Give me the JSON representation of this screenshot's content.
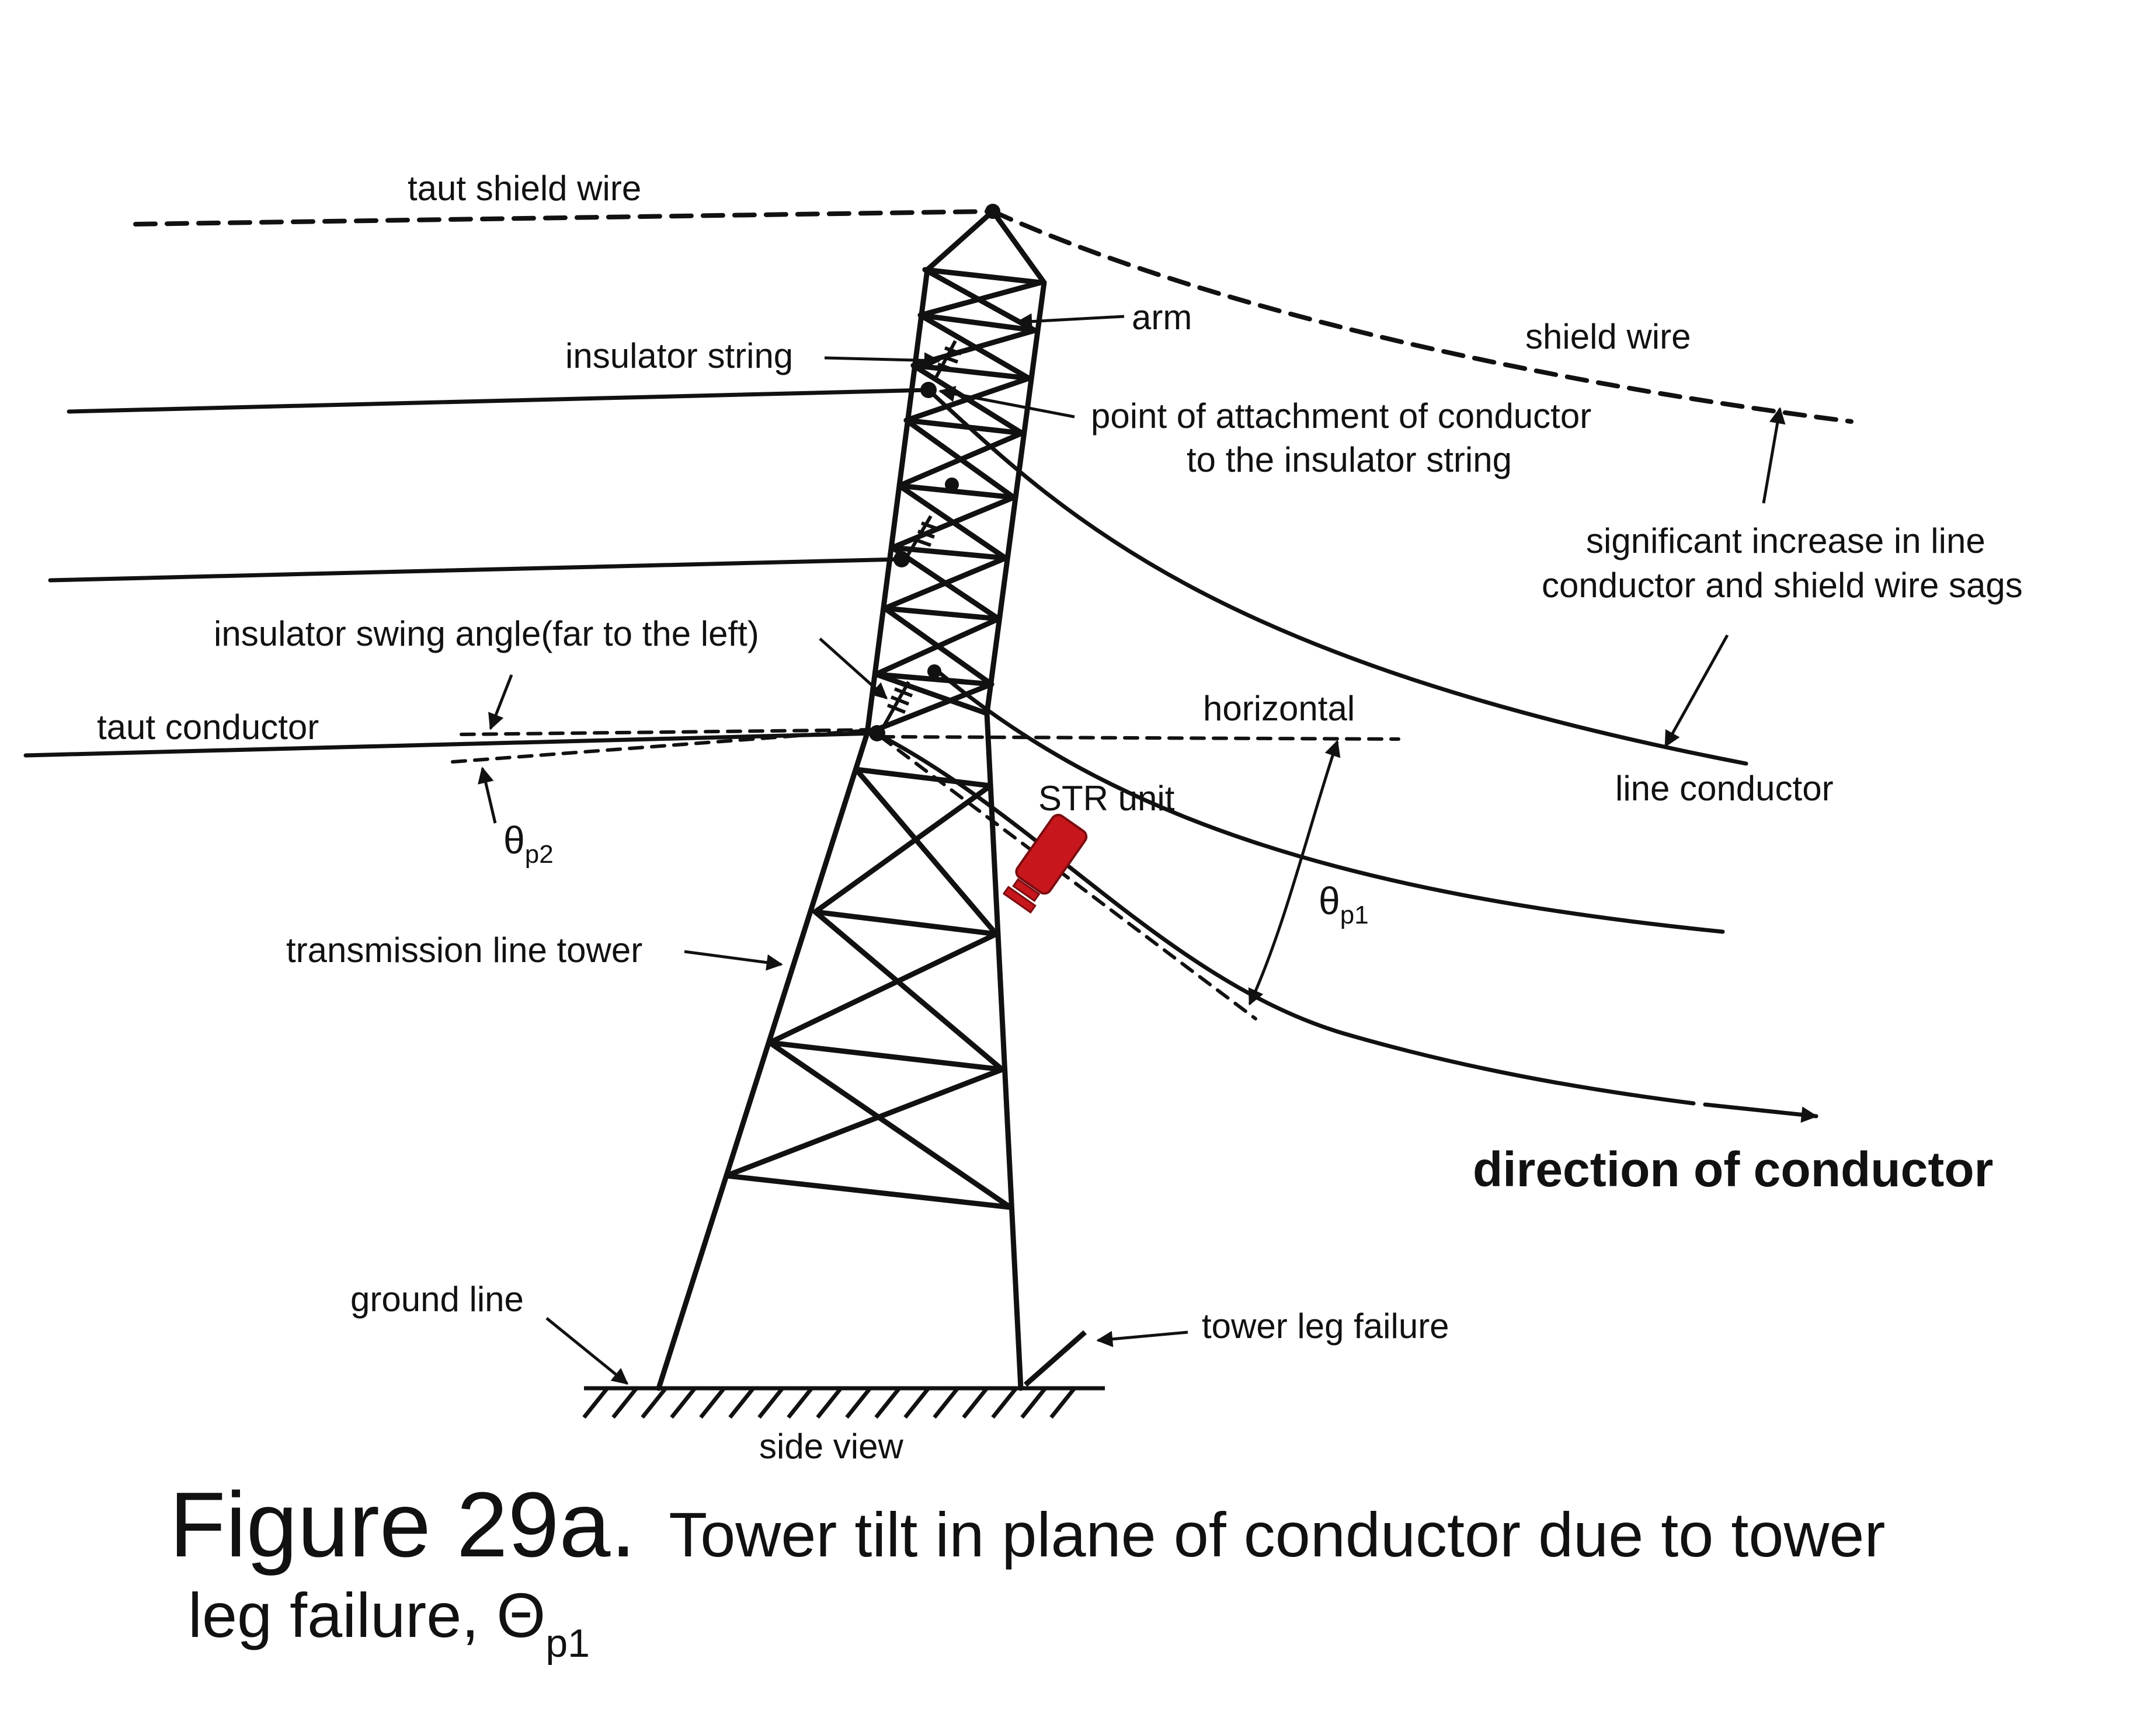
{
  "labels": {
    "taut_shield_wire": "taut shield wire",
    "arm": "arm",
    "shield_wire": "shield wire",
    "insulator_string": "insulator string",
    "point_attach_line1": "point of attachment of conductor",
    "point_attach_line2": "to the insulator string",
    "sag_line1": "significant increase in line",
    "sag_line2": "conductor and shield wire sags",
    "insulator_swing": "insulator swing angle(far to the left)",
    "taut_conductor": "taut conductor",
    "horizontal": "horizontal",
    "line_conductor": "line conductor",
    "str_unit": "STR unit",
    "theta_p2_symbol": "θ",
    "theta_p2_sub": "p2",
    "theta_p1_symbol": "θ",
    "theta_p1_sub": "p1",
    "transmission_tower": "transmission line tower",
    "direction": "direction of conductor",
    "ground_line": "ground line",
    "tower_leg_failure": "tower leg failure",
    "side_view": "side view"
  },
  "caption": {
    "figure": "Figure 29a.",
    "text_line1": "Tower tilt in plane of conductor due to tower",
    "text_line2": "leg failure, Θ",
    "sub": "p1"
  },
  "colors": {
    "line": "#111111",
    "str_unit": "#c8161d",
    "background": "#ffffff"
  }
}
